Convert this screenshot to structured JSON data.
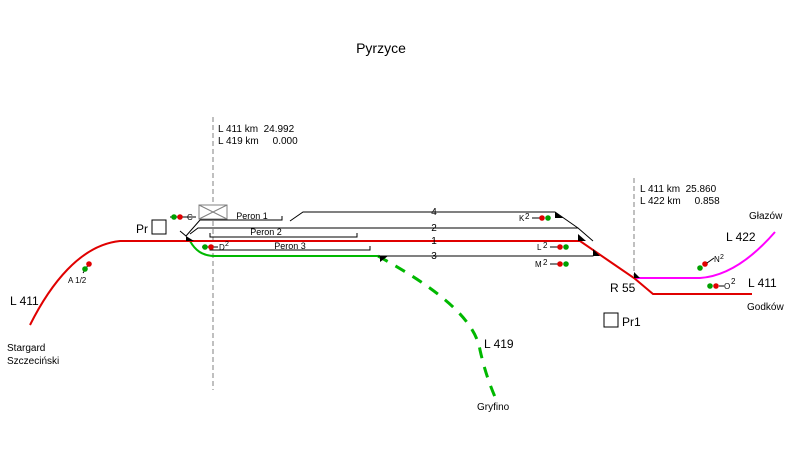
{
  "title": "Pyrzyce",
  "colors": {
    "main_line": "#e00000",
    "tracks": "#000000",
    "line_419": "#00b800",
    "line_422": "#ff00ff",
    "signal_red": "#e00000",
    "signal_green": "#00a000",
    "axis": "#808080"
  },
  "km_markers": {
    "left": {
      "line_a": "L 411 km  24.992",
      "line_b": "L 419 km     0.000"
    },
    "right": {
      "line_a": "L 411 km  25.860",
      "line_b": "L 422 km     0.858"
    }
  },
  "stations": {
    "stargard_line1": "Stargard",
    "stargard_line2": "Szczeciński",
    "gryfino": "Gryfino",
    "glazow": "Głazów",
    "godkow": "Godków"
  },
  "lines": {
    "l411_left": "L 411",
    "l411_right": "L 411",
    "l419": "L 419",
    "l422": "L 422"
  },
  "posts": {
    "pr": "Pr",
    "pr1": "Pr1",
    "r55": "R 55"
  },
  "tracks": [
    "4",
    "2",
    "1",
    "3"
  ],
  "platforms": [
    "Peron 1",
    "Peron 2",
    "Peron 3"
  ],
  "signals": {
    "a": "A 1/2",
    "c": "C",
    "d": "D",
    "d_sup": "2",
    "k": "K",
    "k_sup": "2",
    "l": "L",
    "l_sup": "2",
    "m": "M",
    "m_sup": "2",
    "n": "N",
    "n_sup": "2",
    "o": "O",
    "o_sup": "2"
  }
}
